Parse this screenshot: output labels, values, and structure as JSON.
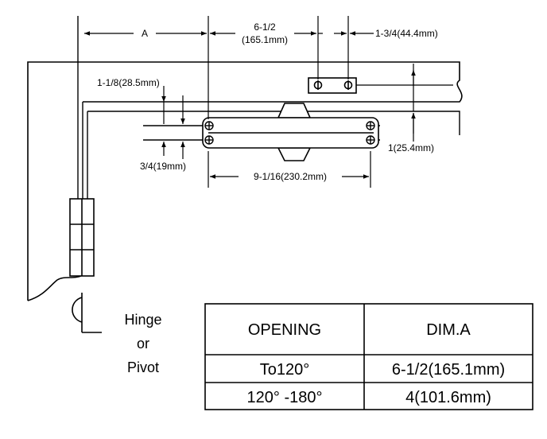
{
  "dimensions": {
    "a": "A",
    "top_spacing_line1": "6-1/2",
    "top_spacing_line2": "(165.1mm)",
    "bracket_offset": "1-3/4(44.4mm)",
    "head_offset": "1-1/8(28.5mm)",
    "body_height": "3/4(19mm)",
    "bracket_drop": "1(25.4mm)",
    "body_length": "9-1/16(230.2mm)"
  },
  "hinge_label": {
    "line1": "Hinge",
    "line2": "or",
    "line3": "Pivot"
  },
  "table": {
    "headers": [
      "OPENING",
      "DIM.A"
    ],
    "rows": [
      [
        "To120°",
        "6-1/2(165.1mm)"
      ],
      [
        "120° -180°",
        "4(101.6mm)"
      ]
    ]
  },
  "colors": {
    "line": "#000000",
    "background": "#ffffff"
  }
}
